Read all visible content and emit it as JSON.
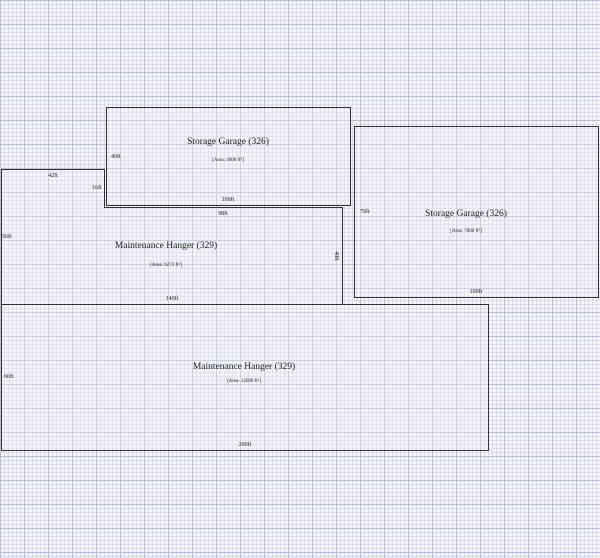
{
  "rooms": [
    {
      "name": "Storage Garage (326)",
      "area": "[Area: 4000 ft²]",
      "dims": {
        "height": "40ft",
        "width": "100ft"
      }
    },
    {
      "name": "Maintenance Hanger (329)",
      "area": "[Area: 6272 ft²]",
      "dims": {
        "top": "42ft",
        "notch": "16ft",
        "left": "56ft",
        "inner_top": "98ft",
        "right": "40ft",
        "bottom": "140ft"
      }
    },
    {
      "name": "Storage Garage (326)",
      "area": "[Area: 7000 ft²]",
      "dims": {
        "height": "70ft",
        "width": "100ft"
      }
    },
    {
      "name": "Maintenance Hanger (329)",
      "area": "[Area: 12000 ft²]",
      "dims": {
        "height": "60ft",
        "width": "200ft"
      }
    }
  ]
}
